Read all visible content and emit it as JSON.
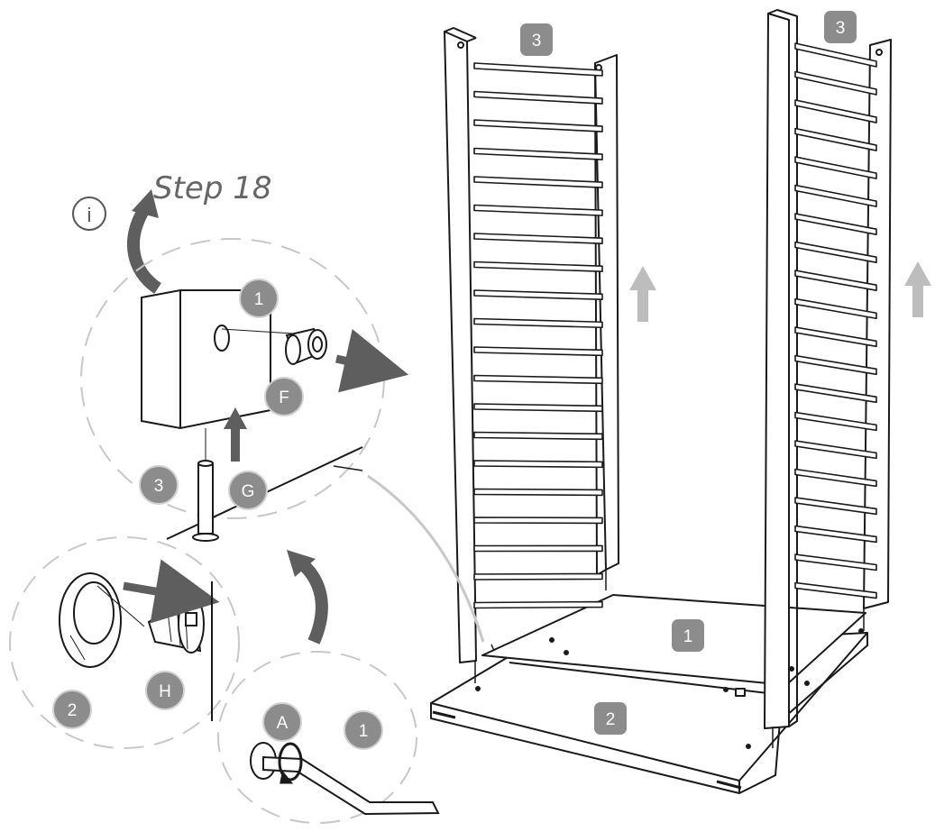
{
  "title": "Step 18",
  "info_icon_label": "i",
  "callouts": {
    "detail_part_1": "1",
    "detail_part_f": "F",
    "detail_part_3": "3",
    "detail_part_g": "G",
    "detail_part_2": "2",
    "detail_part_h": "H",
    "detail_part_a": "A",
    "detail_part_1b": "1",
    "left_rail_3": "3",
    "right_rail_3": "3",
    "base_panel_1": "1",
    "bottom_panel_2": "2"
  },
  "colors": {
    "line": "#1a1a1a",
    "badge": "#8c8c8c",
    "badge_text": "#ffffff",
    "arrow_dark": "#5e5e5e",
    "arrow_light": "#bdbdbd",
    "dash": "#c8c8c8"
  }
}
